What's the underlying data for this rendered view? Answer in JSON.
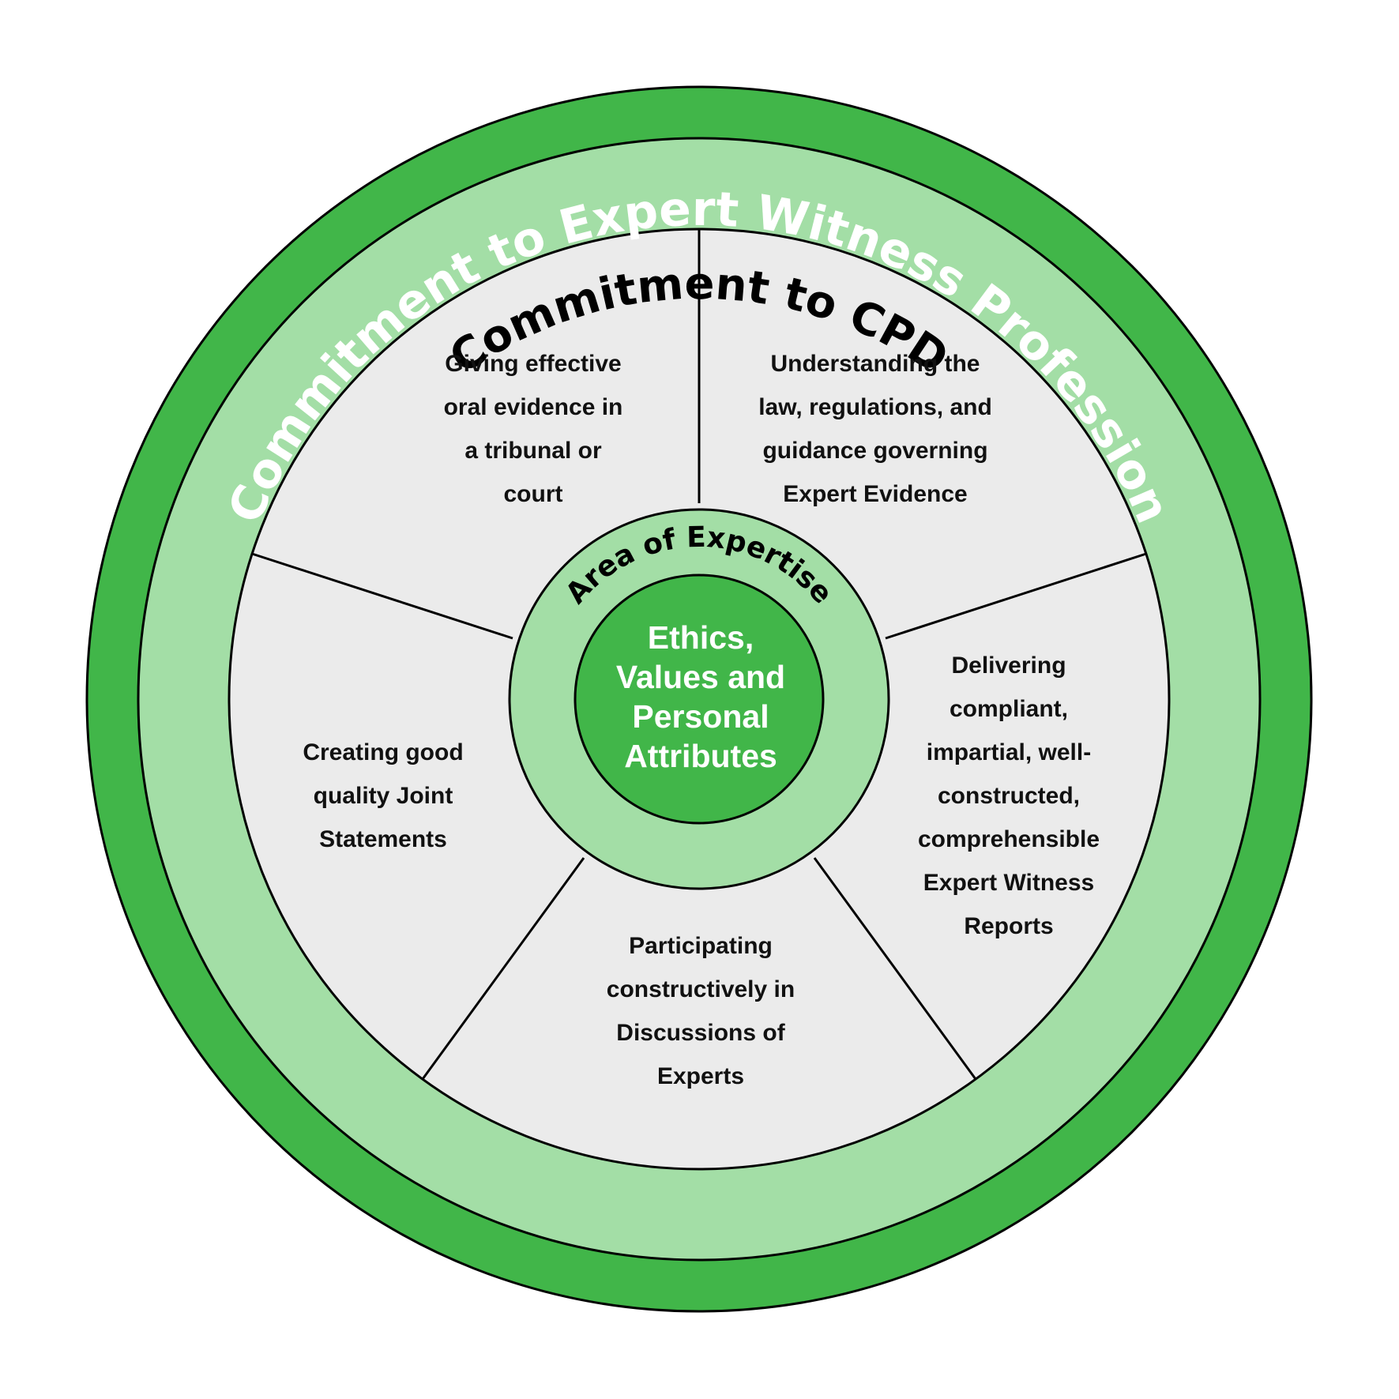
{
  "outer_ring_title": "Commitment to Expert Witness Profession",
  "cpd_ring_title": "Commitment to CPD",
  "expertise_ring_title": "Area of Expertise",
  "core": {
    "lines": [
      "Ethics,",
      "Values and",
      "Personal",
      "Attributes"
    ]
  },
  "segments": [
    {
      "id": "oral-evidence",
      "lines": [
        "Giving effective",
        "oral evidence in",
        "a tribunal or",
        "court"
      ]
    },
    {
      "id": "law-regulations",
      "lines": [
        "Understanding the",
        "law, regulations, and",
        "guidance governing",
        "Expert Evidence"
      ]
    },
    {
      "id": "reports",
      "lines": [
        "Delivering",
        "compliant,",
        "impartial, well-",
        "constructed,",
        "comprehensible",
        "Expert Witness",
        "Reports"
      ]
    },
    {
      "id": "discussions",
      "lines": [
        "Participating",
        "constructively in",
        "Discussions of",
        "Experts"
      ]
    },
    {
      "id": "joint-statements",
      "lines": [
        "Creating good",
        "quality Joint",
        "Statements"
      ]
    }
  ],
  "colors": {
    "outer_ring": "#41b649",
    "cpd_ring": "#a3dea6",
    "segment_fill": "#ebebeb",
    "expertise_ring": "#a3dea6",
    "core": "#41b649",
    "stroke": "#000000",
    "outer_title": "#ffffff",
    "inner_titles": "#000000"
  }
}
